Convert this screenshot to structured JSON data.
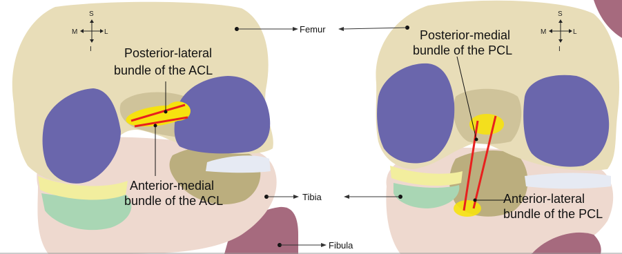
{
  "labels": {
    "femur": "Femur",
    "tibia": "Tibia",
    "fibula": "Fibula",
    "acl_pl_line1": "Posterior-lateral",
    "acl_pl_line2": "bundle of the ACL",
    "acl_am_line1": "Anterior-medial",
    "acl_am_line2": "bundle of the ACL",
    "pcl_pm_line1": "Posterior-medial",
    "pcl_pm_line2": "bundle of the PCL",
    "pcl_al_line1": "Anterior-lateral",
    "pcl_al_line2": "bundle of the PCL"
  },
  "orientation": {
    "superior": "S",
    "inferior": "I",
    "medial": "M",
    "lateral": "L"
  },
  "colors": {
    "bone": "#e8ddb8",
    "bone_shadow": "#cfc39a",
    "cartilage": "#6a66ac",
    "meniscus": "#f2ee9e",
    "green_tissue": "#a9d6b4",
    "tibia": "#eed9cf",
    "fibula": "#a66a7e",
    "insertion": "#f6e20f",
    "bundle": "#e8201e",
    "meniscus_white": "#e6eaf3",
    "olive": "#b5a874"
  }
}
